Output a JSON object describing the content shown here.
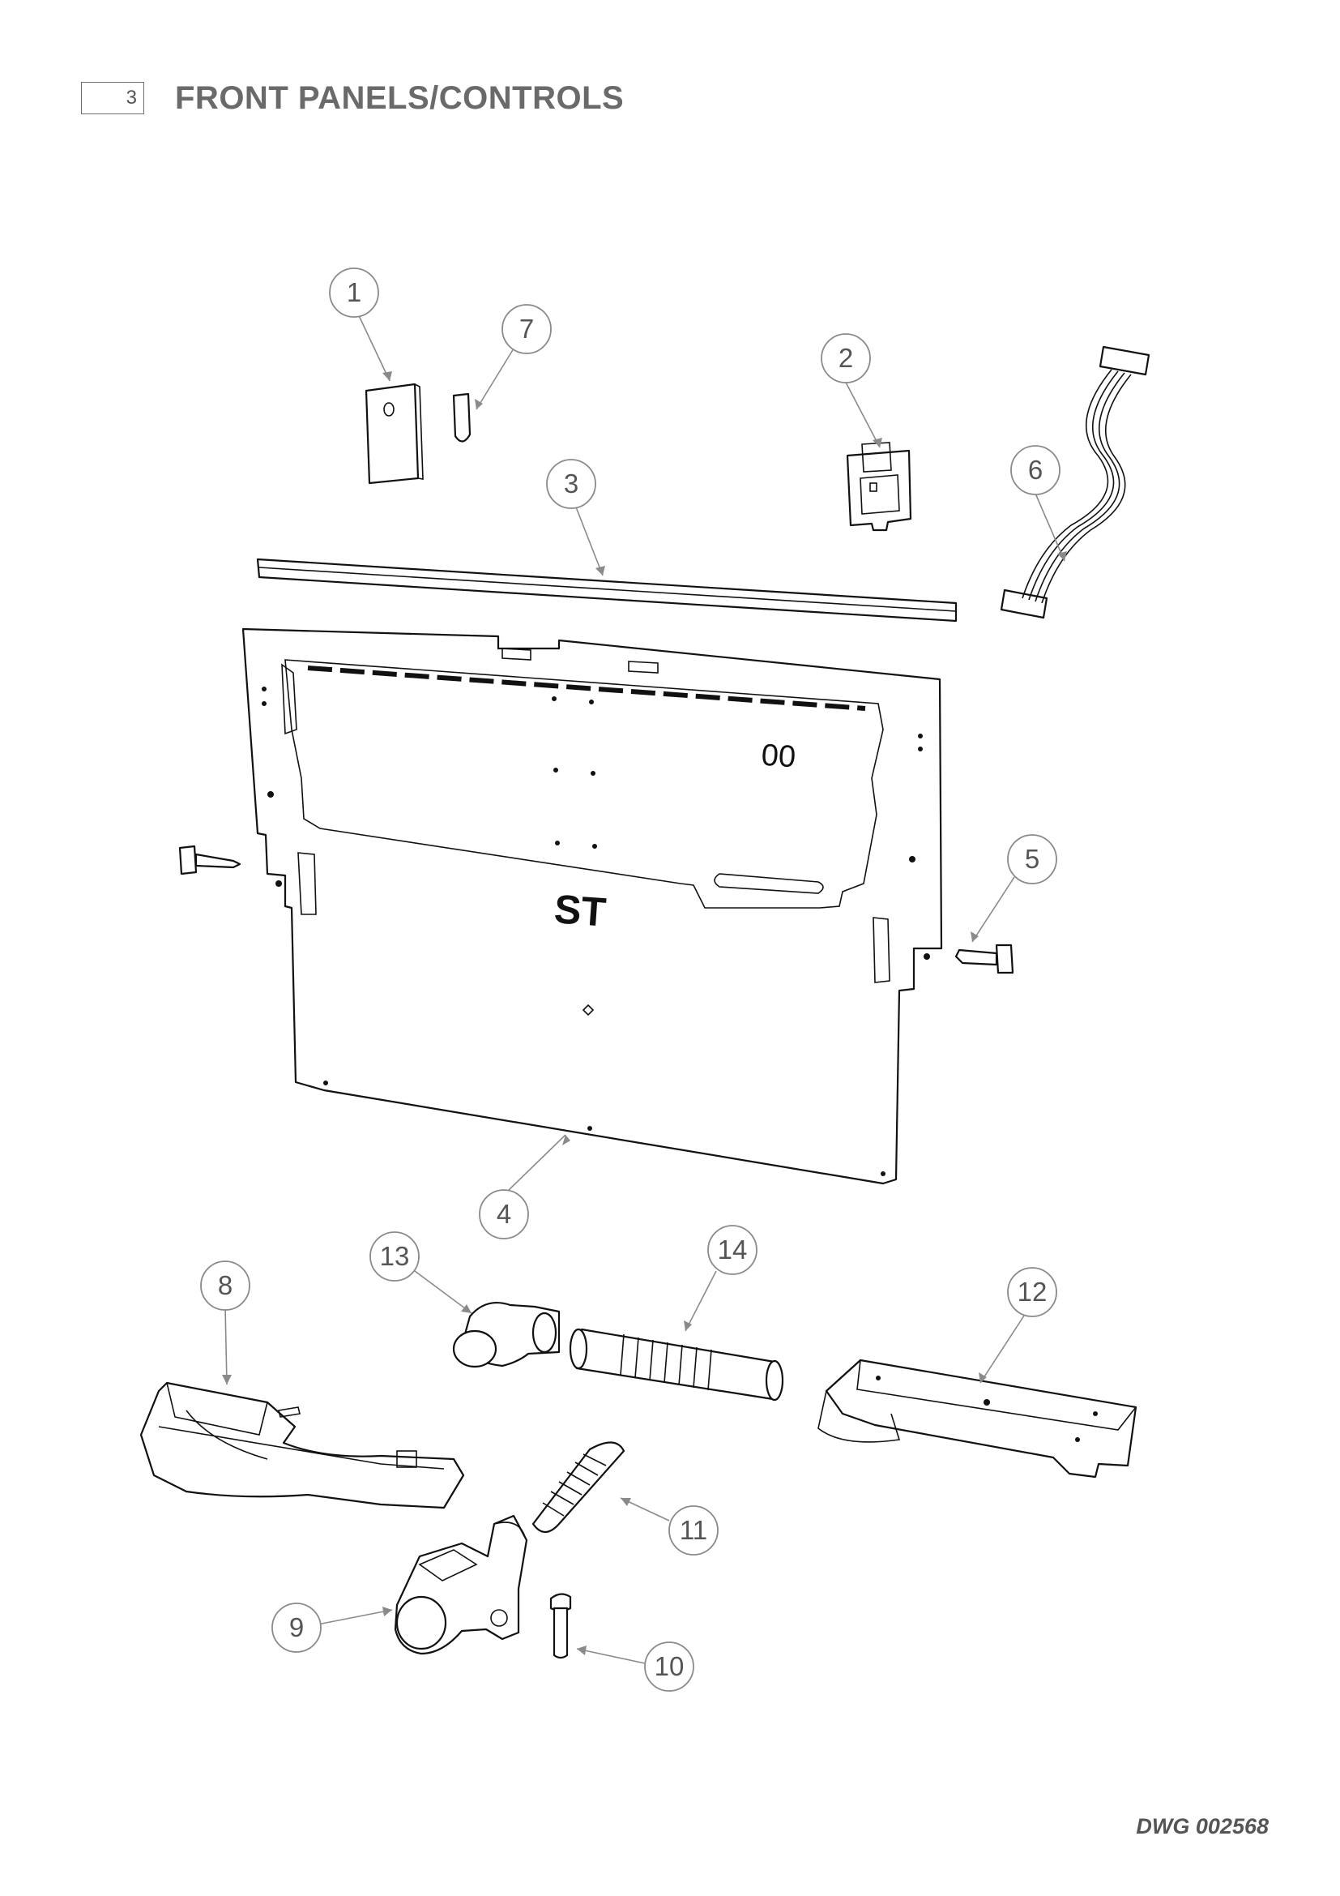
{
  "header": {
    "section_number": "3",
    "title": "FRONT PANELS/CONTROLS"
  },
  "callouts": [
    {
      "id": "callout-1",
      "label": "1"
    },
    {
      "id": "callout-2",
      "label": "2"
    },
    {
      "id": "callout-3",
      "label": "3"
    },
    {
      "id": "callout-4",
      "label": "4"
    },
    {
      "id": "callout-5",
      "label": "5"
    },
    {
      "id": "callout-6",
      "label": "6"
    },
    {
      "id": "callout-7",
      "label": "7"
    },
    {
      "id": "callout-8",
      "label": "8"
    },
    {
      "id": "callout-9",
      "label": "9"
    },
    {
      "id": "callout-10",
      "label": "10"
    },
    {
      "id": "callout-11",
      "label": "11"
    },
    {
      "id": "callout-12",
      "label": "12"
    },
    {
      "id": "callout-13",
      "label": "13"
    },
    {
      "id": "callout-14",
      "label": "14"
    }
  ],
  "panel_markings": {
    "code": "ST",
    "small_marking": "00"
  },
  "footer": {
    "drawing_number": "DWG 002568"
  }
}
